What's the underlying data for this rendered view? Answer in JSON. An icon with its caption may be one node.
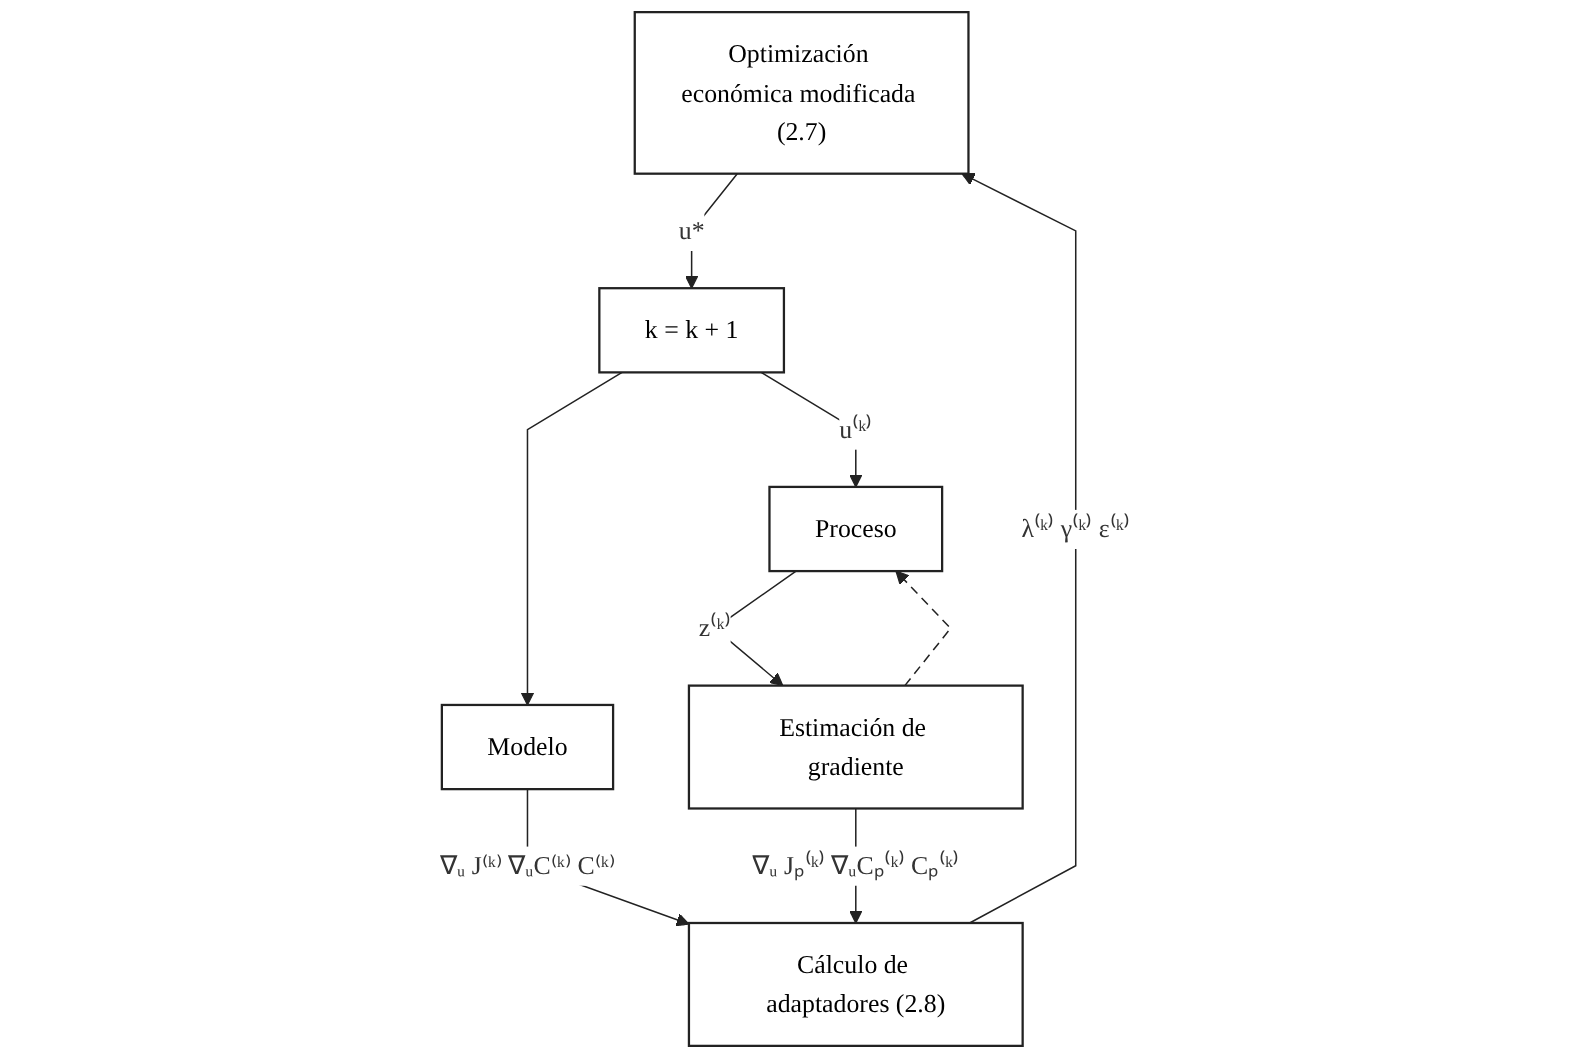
{
  "diagram": {
    "nodes": [
      {
        "text": [
          "Optimización económica modificada (2.7)"
        ]
      },
      {
        "text": [
          "k = k + 1"
        ]
      },
      {
        "text": [
          "Modelo"
        ]
      },
      {
        "text": [
          "Cálculo de adaptadores (2.8)"
        ]
      },
      {
        "text": [
          "Proceso"
        ]
      },
      {
        "text": [
          "Estimación de gradiente"
        ]
      }
    ],
    "edges": [
      {
        "from": 0,
        "to": 1,
        "arrow": "to",
        "label": "u*"
      },
      {
        "from": 1,
        "to": 2,
        "arrow": "to"
      },
      {
        "from": 1,
        "to": 4,
        "arrow": "to",
        "label": "u⁽ᵏ⁾"
      },
      {
        "from": 2,
        "to": 3,
        "arrow": "to",
        "label": "∇ᵤ J⁽ᵏ⁾ ∇ᵤC⁽ᵏ⁾ C⁽ᵏ⁾"
      },
      {
        "from": 3,
        "to": 0,
        "arrow": "to",
        "label": "λ⁽ᵏ⁾ γ⁽ᵏ⁾ ε⁽ᵏ⁾"
      },
      {
        "from": 5,
        "to": 4,
        "arrow": "to",
        "style": "dashed"
      },
      {
        "from": 4,
        "to": 5,
        "arrow": "to",
        "label": "z⁽ᵏ⁾"
      },
      {
        "from": 5,
        "to": 3,
        "arrow": "to",
        "label": "∇ᵤ Jₚ⁽ᵏ⁾ ∇ᵤCₚ⁽ᵏ⁾ Cₚ⁽ᵏ⁾"
      }
    ]
  }
}
